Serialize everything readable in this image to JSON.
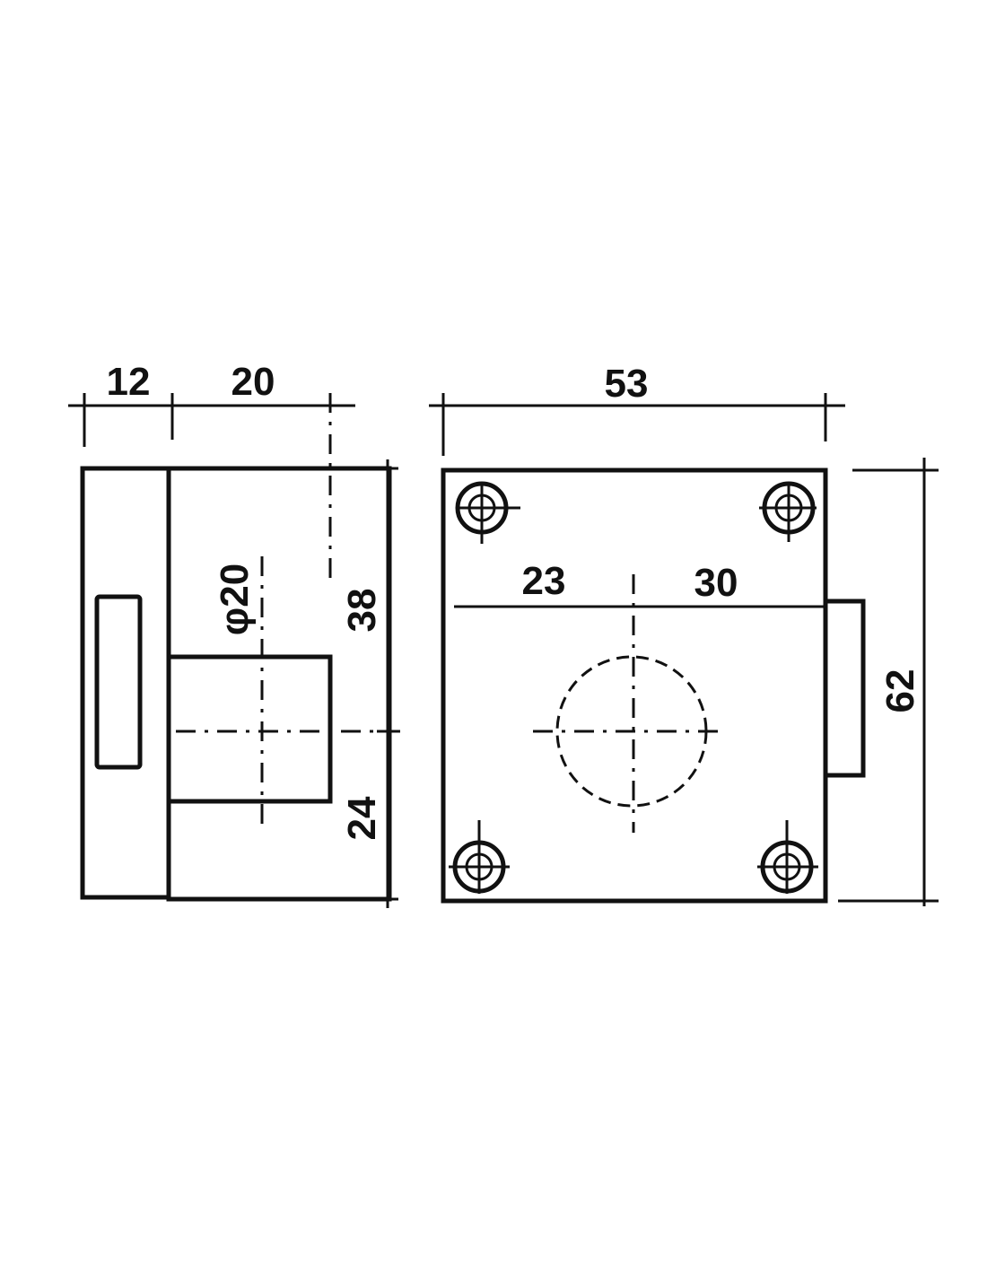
{
  "dimensions": {
    "side_width_front": "12",
    "side_width_body": "20",
    "side_height_upper": "38",
    "side_height_lower": "24",
    "cylinder_diameter": "φ20",
    "front_width": "53",
    "front_height": "62",
    "front_left_to_center": "23",
    "front_center_to_right": "30"
  },
  "colors": {
    "ink": "#111111",
    "paper": "#ffffff"
  }
}
